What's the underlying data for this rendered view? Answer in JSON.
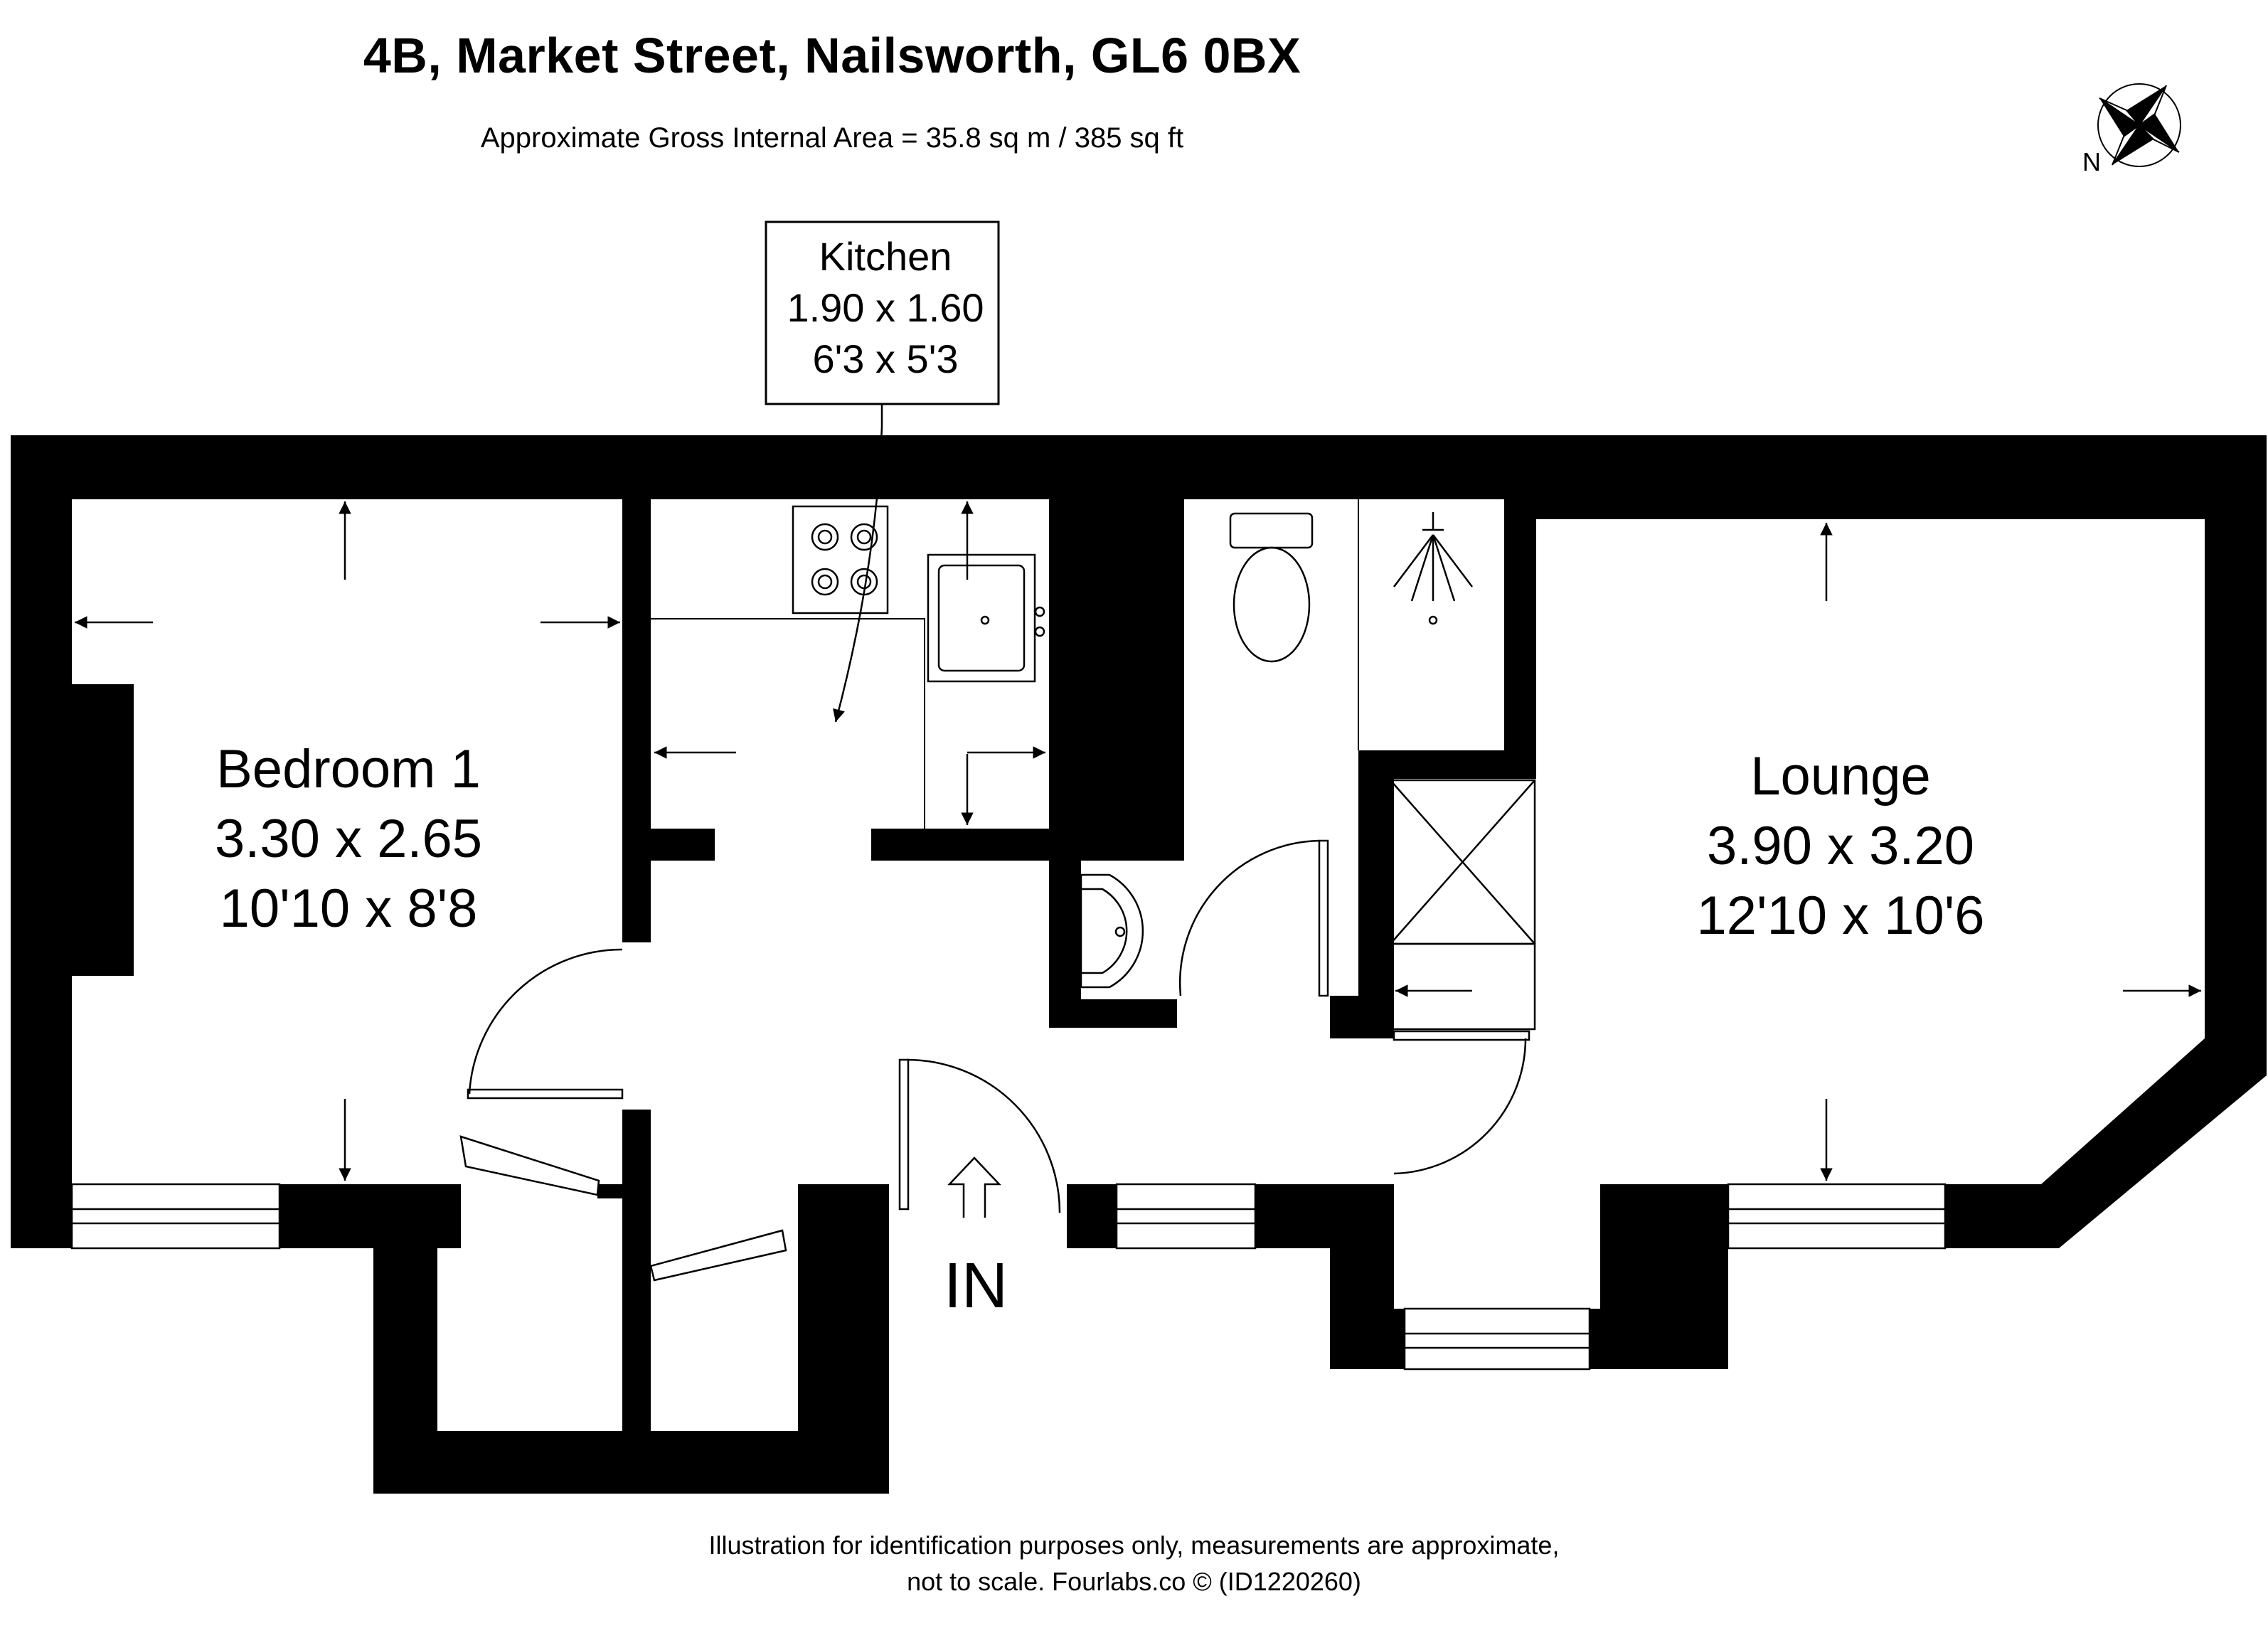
{
  "header": {
    "title": "4B, Market Street, Nailsworth, GL6 0BX",
    "area": "Approximate Gross Internal Area = 35.8 sq m / 385 sq ft"
  },
  "compass": {
    "label": "N"
  },
  "rooms": {
    "kitchen": {
      "name": "Kitchen",
      "metric": "1.90 x 1.60",
      "imperial": "6'3 x 5'3"
    },
    "bedroom": {
      "name": "Bedroom 1",
      "metric": "3.30 x 2.65",
      "imperial": "10'10 x 8'8"
    },
    "lounge": {
      "name": "Lounge",
      "metric": "3.90 x 3.20",
      "imperial": "12'10 x 10'6"
    }
  },
  "entrance": {
    "label": "IN"
  },
  "footer": {
    "line1": "Illustration for identification purposes only, measurements are approximate,",
    "line2": "not to scale. Fourlabs.co © (ID1220260)"
  },
  "colors": {
    "wall": "#000000",
    "background": "#ffffff"
  }
}
